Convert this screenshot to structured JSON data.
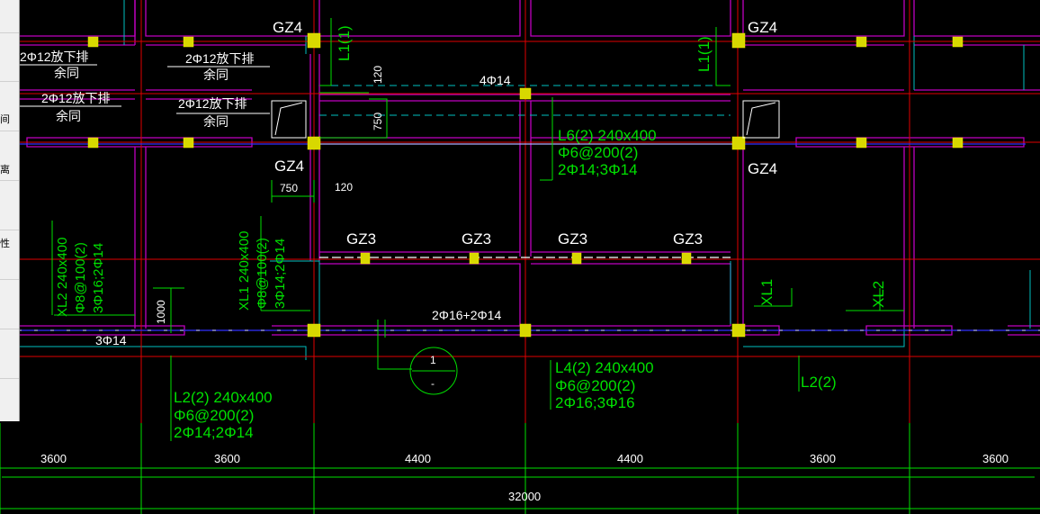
{
  "side_panel": {
    "labels": [
      "间",
      "离",
      "性"
    ]
  },
  "column_labels": {
    "gz4": "GZ4",
    "gz3": "GZ3"
  },
  "beams": {
    "l1": "L1(1)",
    "l6": [
      "L6(2) 240x400",
      "Φ6@200(2)",
      "2Φ14;3Φ14"
    ],
    "l4": [
      "L4(2) 240x400",
      "Φ6@200(2)",
      "2Φ16;3Φ16"
    ],
    "l2": [
      "L2(2) 240x400",
      "Φ6@200(2)",
      "2Φ14;2Φ14"
    ],
    "l2_right": "L2(2)",
    "xl1_right": "XL1",
    "xl2_right": "XL2",
    "xl2_left": [
      "XL2 240x400",
      "Φ8@100(2)",
      "3Φ16;2Φ14"
    ],
    "xl1_left": [
      "XL1 240x400",
      "Φ8@100(2)",
      "3Φ14;2Φ14"
    ]
  },
  "rebar_notes": {
    "top_4phi14": "4Φ14",
    "mid_2phi16": "2Φ16+2Φ14",
    "left_3phi14": "3Φ14",
    "note_a_line1": "2Φ12放下排",
    "note_a_line2": "余同",
    "note_b_line1": "2Φ12放下排",
    "note_b_line2": "余同",
    "note_c_line1": "2Φ12放下排",
    "note_c_line2": "余同",
    "note_d_line1": "2Φ12放下排",
    "note_d_line2": "余同"
  },
  "local_dims": {
    "d120a": "120",
    "d750a": "750",
    "d750b": "750",
    "d120b": "120",
    "d1000": "1000"
  },
  "section_mark": {
    "number": "1",
    "sub": "-"
  },
  "dimensions": {
    "spans": [
      "3600",
      "3600",
      "4400",
      "4400",
      "3600",
      "3600"
    ],
    "total": "32000"
  },
  "colors": {
    "axis_red": "#e00000",
    "column_yellow": "#d8d800",
    "wall_magenta": "#c000c0",
    "beam_blue": "#3030ff",
    "annotation_green": "#00e000",
    "cyan": "#00c0c0",
    "white": "#ffffff"
  }
}
